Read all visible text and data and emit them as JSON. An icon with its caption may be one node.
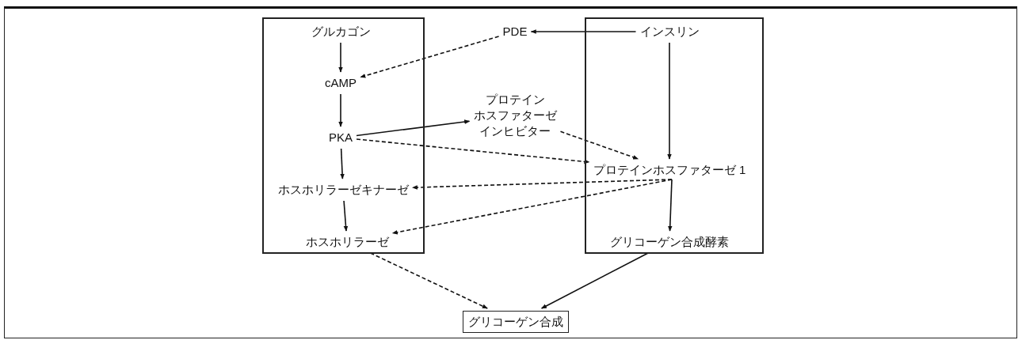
{
  "diagram": {
    "nodes": [
      {
        "text": [],
        "shape": "box"
      },
      {
        "text": [
          "グルカゴン"
        ],
        "in": 0
      },
      {
        "text": [
          "cAMP"
        ],
        "in": 0
      },
      {
        "text": [
          "PKA"
        ],
        "in": 0
      },
      {
        "text": [
          "ホスホリラーゼキナーゼ"
        ],
        "in": 0
      },
      {
        "text": [
          "ホスホリラーゼ"
        ],
        "in": 0
      },
      {
        "text": [
          "PDE"
        ]
      },
      {
        "text": [],
        "shape": "box"
      },
      {
        "text": [
          "インスリン"
        ],
        "in": 7
      },
      {
        "text": [
          "プロテインホスファターゼインヒビター"
        ]
      },
      {
        "text": [
          "プロテインホスファターゼ 1"
        ],
        "in": 7
      },
      {
        "text": [
          "グリコーゲン合成酵素"
        ],
        "in": 7
      },
      {
        "text": [
          "グリコーゲン合成"
        ]
      }
    ],
    "edges": [
      {
        "from": 1,
        "to": 2,
        "arrow": "to"
      },
      {
        "from": 2,
        "to": 3,
        "arrow": "to"
      },
      {
        "from": 3,
        "to": 4,
        "arrow": "to"
      },
      {
        "from": 4,
        "to": 5,
        "arrow": "to"
      },
      {
        "from": 6,
        "to": 2,
        "arrow": "to",
        "style": "dashed"
      },
      {
        "from": 8,
        "to": 6,
        "arrow": "to"
      },
      {
        "from": 8,
        "to": 10,
        "arrow": "to"
      },
      {
        "from": 3,
        "to": 9,
        "arrow": "to"
      },
      {
        "from": 3,
        "to": 10,
        "arrow": "to",
        "style": "dashed"
      },
      {
        "from": 9,
        "to": 10,
        "arrow": "to",
        "style": "dashed"
      },
      {
        "from": 10,
        "to": 4,
        "arrow": "to",
        "style": "dashed"
      },
      {
        "from": 10,
        "to": 5,
        "arrow": "to",
        "style": "dashed"
      },
      {
        "from": 10,
        "to": 11,
        "arrow": "to"
      },
      {
        "from": 5,
        "to": 12,
        "arrow": "to",
        "style": "dashed"
      },
      {
        "from": 11,
        "to": 12,
        "arrow": "to"
      }
    ]
  }
}
